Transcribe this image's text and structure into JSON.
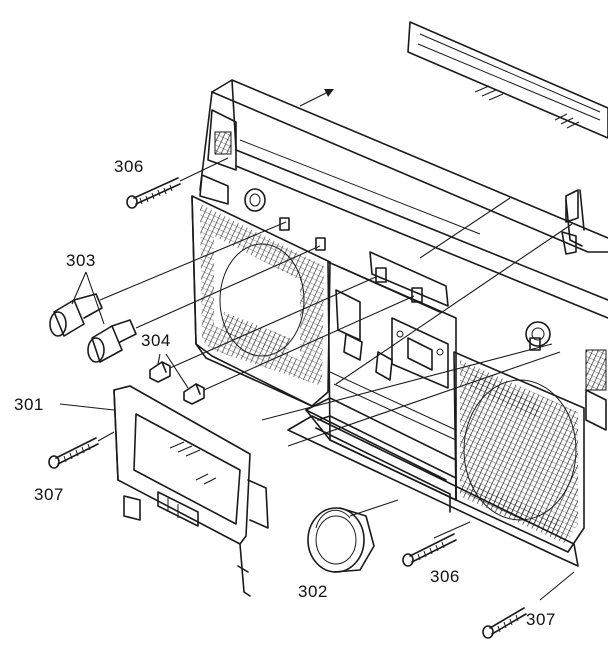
{
  "callouts": {
    "label_306_top": "306",
    "label_303": "303",
    "label_304": "304",
    "label_301": "301",
    "label_307_left": "307",
    "label_302": "302",
    "label_306_bottom": "306",
    "label_307_bottom": "307"
  },
  "colors": {
    "ink": "#1a1a1a",
    "background": "#ffffff"
  }
}
